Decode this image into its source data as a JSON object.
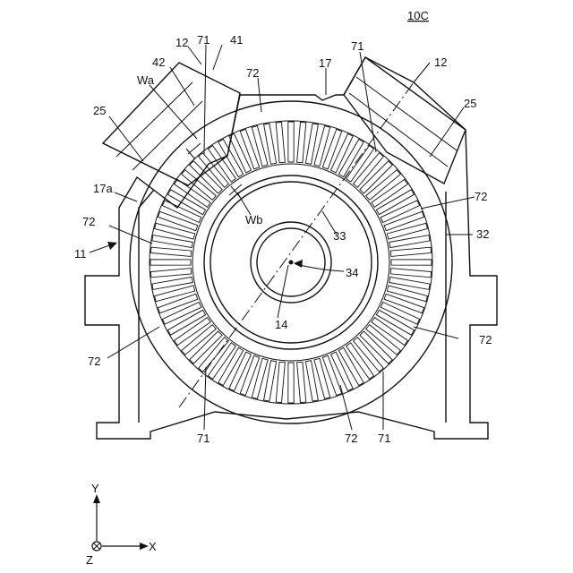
{
  "figure_id": "10C",
  "labels": {
    "l12a": "12",
    "l71a": "71",
    "l41": "41",
    "l42": "42",
    "lWa": "Wa",
    "l72a": "72",
    "l17": "17",
    "l71b": "71",
    "l12b": "12",
    "l25a": "25",
    "l25b": "25",
    "l17a": "17a",
    "l72b": "72",
    "l72c": "72",
    "lWb": "Wb",
    "l33": "33",
    "l32": "32",
    "l11": "11",
    "l34": "34",
    "l14": "14",
    "l72d": "72",
    "l72e": "72",
    "l71c": "71",
    "l72f": "72",
    "l71d": "71"
  },
  "axes": {
    "y": "Y",
    "x": "X",
    "z": "Z"
  }
}
